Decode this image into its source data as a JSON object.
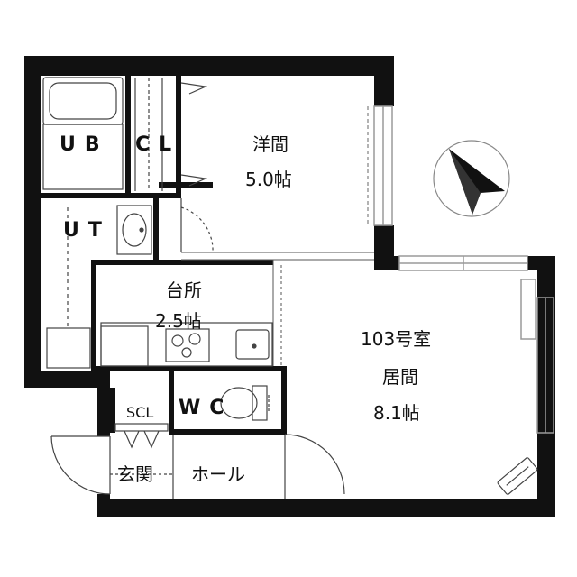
{
  "floor_plan": {
    "unit": {
      "number": "103号室"
    },
    "rooms": {
      "ub": {
        "label": "UB"
      },
      "cl": {
        "label": "CL"
      },
      "ut": {
        "label": "UT"
      },
      "western": {
        "name": "洋間",
        "size": "5.0帖"
      },
      "kitchen": {
        "name": "台所",
        "size": "2.5帖"
      },
      "living": {
        "name": "居間",
        "size": "8.1帖"
      },
      "wc": {
        "label": "WC"
      },
      "scl": {
        "label": "SCL"
      },
      "entrance": {
        "label": "玄関"
      },
      "hall": {
        "label": "ホール"
      }
    },
    "compass": {
      "icon": "north-arrow-icon"
    },
    "colors": {
      "wall": "#111111",
      "line": "#555555",
      "window": "#9a9a9a"
    }
  }
}
